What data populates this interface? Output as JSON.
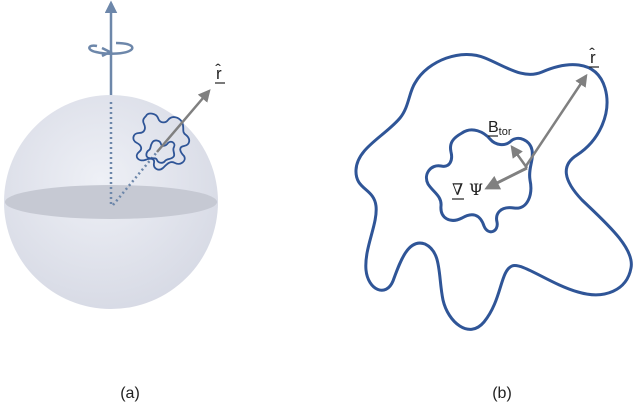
{
  "panel_a": {
    "caption": "(a)",
    "r_hat": "r̂"
  },
  "panel_b": {
    "caption": "(b)",
    "r_hat": "r̂",
    "b_tor": "B",
    "b_tor_sub": "tor",
    "nabla": "∇",
    "psi": "Ψ"
  },
  "colors": {
    "contour": "#2f5597",
    "axis": "#6d87aa",
    "arrow": "#808080",
    "sphere": "#dfe2ec",
    "equator": "#c5c8d2"
  }
}
